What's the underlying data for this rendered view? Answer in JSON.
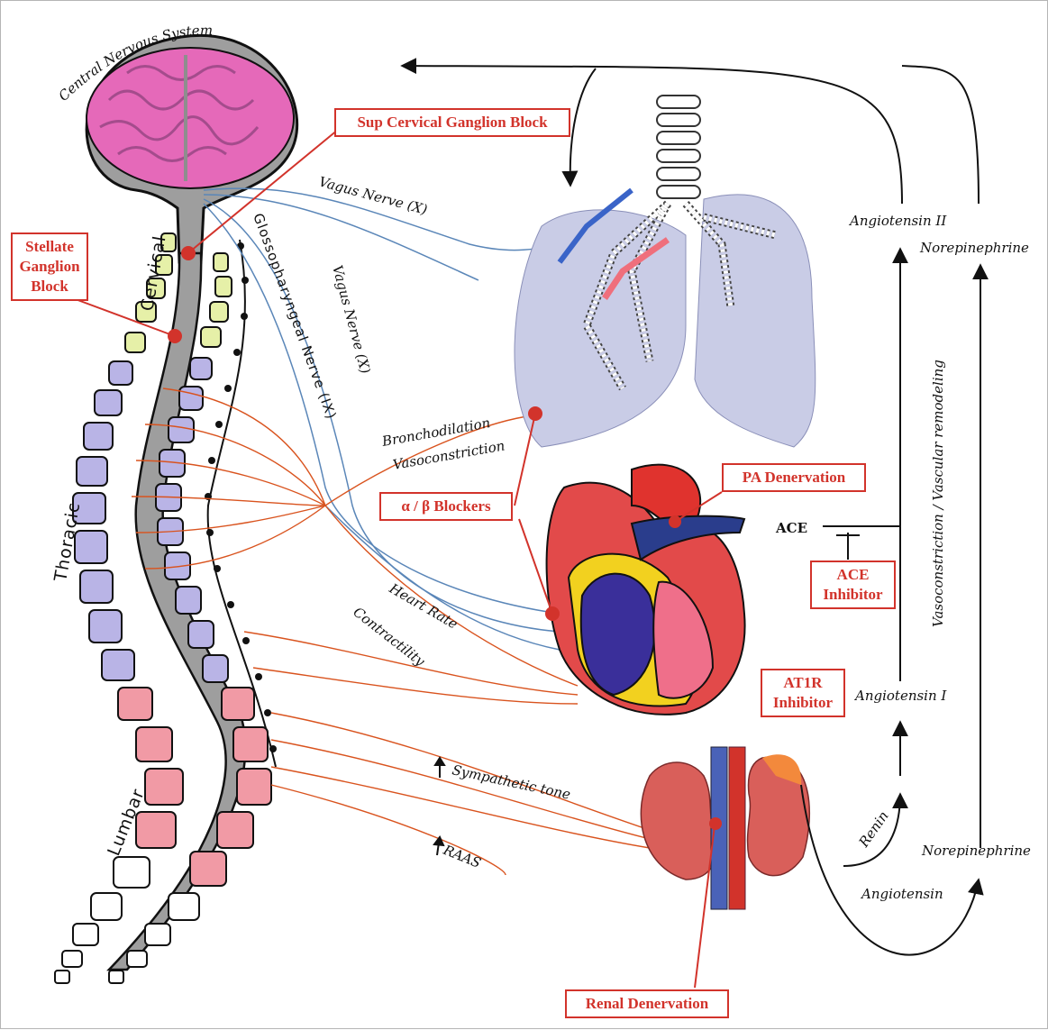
{
  "cns_label": "Central Nervous System",
  "spine_regions": {
    "cervical": "Cervical",
    "thoracic": "Thoracic",
    "lumbar": "Lumbar"
  },
  "nerves": {
    "vagus_upper": "Vagus Nerve (X)",
    "vagus_lower": "Vagus Nerve (X)",
    "glossopharyngeal": "Glossopharyngeal Nerve (IX)"
  },
  "effects": {
    "bronchodilation": "Bronchodilation",
    "vasoconstriction": "Vasoconstriction",
    "heart_rate": "Heart Rate",
    "contractility": "Contractility",
    "sympathetic_tone": "Sympathetic tone",
    "raas": "RAAS"
  },
  "interventions": {
    "sup_cervical": "Sup Cervical Ganglion Block",
    "stellate_line1": "Stellate",
    "stellate_line2": "Ganglion",
    "stellate_line3": "Block",
    "alpha_beta": "α / β Blockers",
    "pa_denervation": "PA Denervation",
    "ace_inhibitor_line1": "ACE",
    "ace_inhibitor_line2": "Inhibitor",
    "at1r_line1": "AT1R",
    "at1r_line2": "Inhibitor",
    "renal_denervation": "Renal Denervation"
  },
  "pathway": {
    "angiotensin_ii": "Angiotensin II",
    "norepinephrine_top": "Norepinephrine",
    "ace": "ACE",
    "vasoconstriction_remodeling": "Vasoconstriction / Vascular remodeling",
    "angiotensin_i": "Angiotensin I",
    "renin": "Renin",
    "norepinephrine_bottom": "Norepinephrine",
    "angiotensin": "Angiotensin"
  },
  "colors": {
    "red_accent": "#d2332b",
    "nerve_blue": "#5a86b8",
    "nerve_orange": "#d9531e",
    "brain_pink": "#e569b9",
    "vertebra_cervical": "#e6f0a8",
    "vertebra_thoracic": "#b9b4e6",
    "vertebra_lumbar": "#f19aa5",
    "lung": "#c9cce6"
  }
}
